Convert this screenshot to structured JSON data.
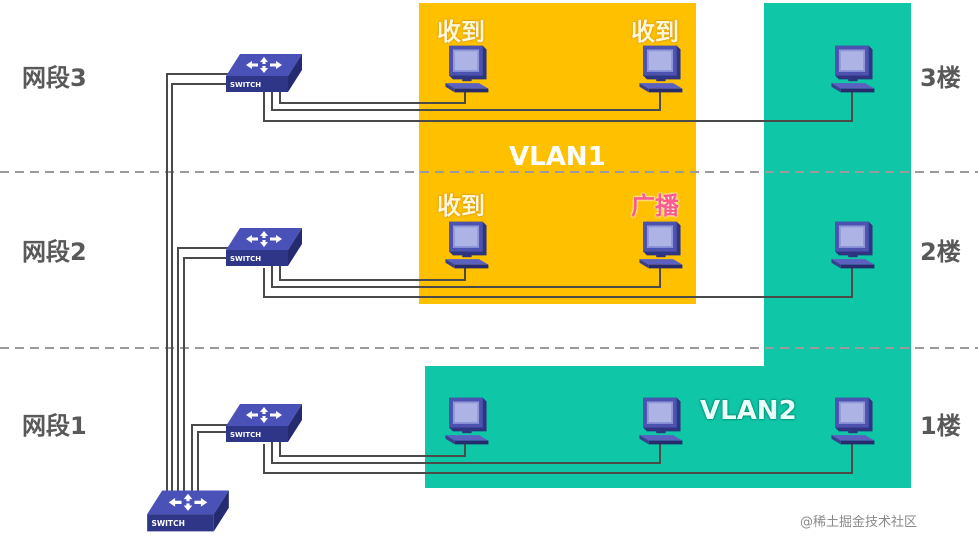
{
  "segments": {
    "seg3": "网段3",
    "seg2": "网段2",
    "seg1": "网段1"
  },
  "floors": {
    "f3": "3楼",
    "f2": "2楼",
    "f1": "1楼"
  },
  "vlans": {
    "vlan1": "VLAN1",
    "vlan2": "VLAN2"
  },
  "pc_tags": {
    "received": "收到",
    "broadcast": "广播"
  },
  "switch_label": "SWITCH",
  "watermark": "@稀土掘金技术社区",
  "colors": {
    "vlan1_fill": "#FFC000",
    "vlan2_fill": "#0FC6A6",
    "cable": "#4a4a4a",
    "divider": "#9a9a9a",
    "pc_body": "#3a3f8f",
    "switch_body": "#3f47a8"
  }
}
